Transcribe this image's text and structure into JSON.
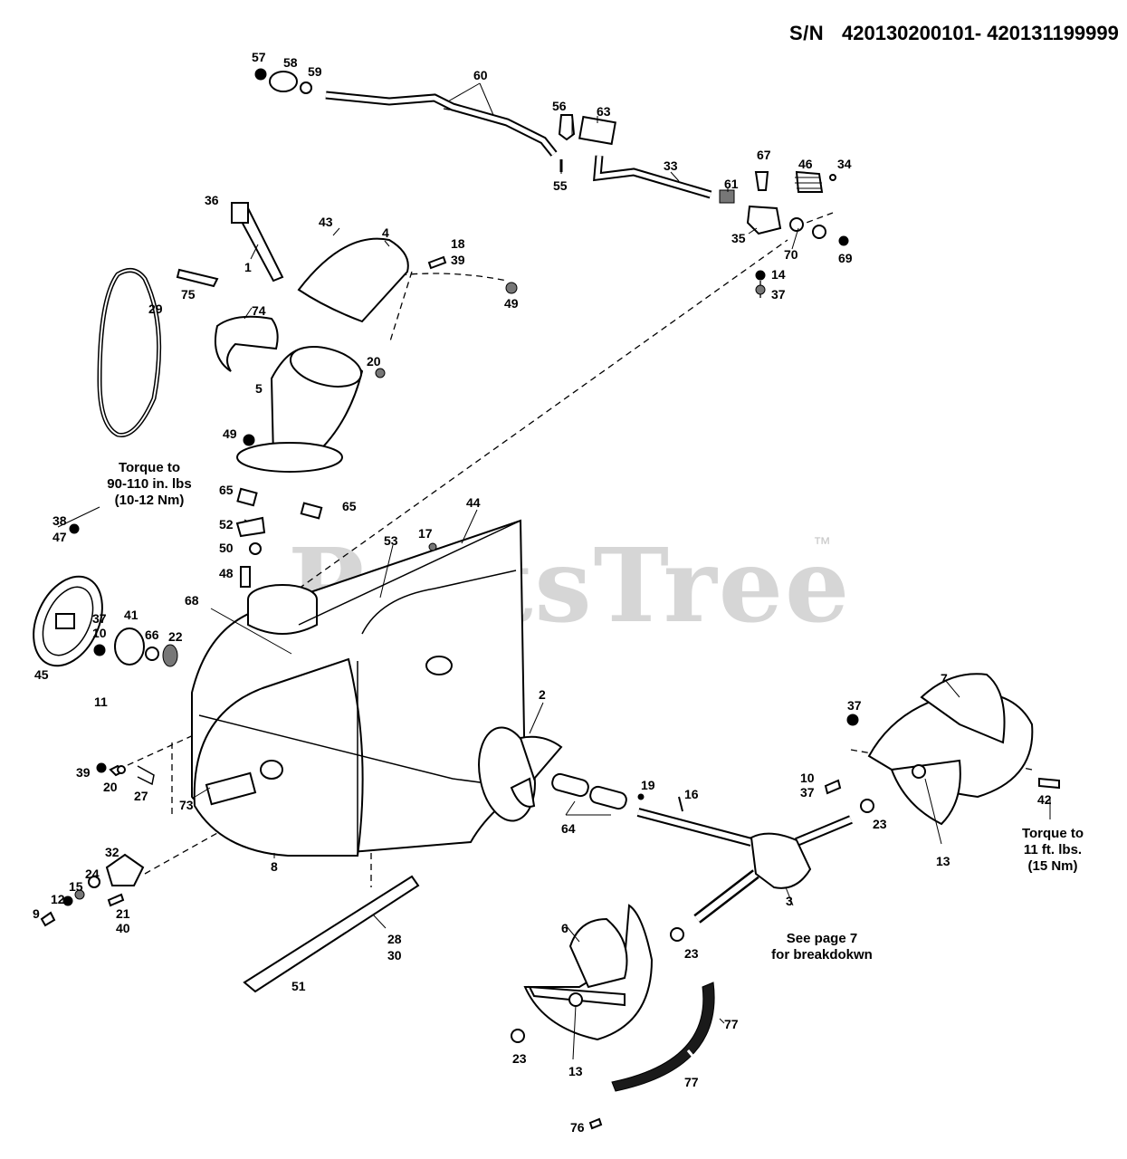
{
  "header": {
    "sn_label": "S/N",
    "sn_range": "420130200101- 420131199999"
  },
  "watermark": {
    "text": "PartsTree",
    "tm": "™"
  },
  "notes": {
    "torque_pulley": [
      "Torque to",
      "90-110 in. lbs",
      "(10-12 Nm)"
    ],
    "torque_bolt": [
      "Torque to",
      "11 ft. lbs.",
      "(15 Nm)"
    ],
    "see_page": [
      "See page 7",
      "for breakdokwn"
    ]
  },
  "callouts": [
    {
      "id": "57"
    },
    {
      "id": "58"
    },
    {
      "id": "59"
    },
    {
      "id": "60"
    },
    {
      "id": "56"
    },
    {
      "id": "63"
    },
    {
      "id": "55"
    },
    {
      "id": "33"
    },
    {
      "id": "67"
    },
    {
      "id": "46"
    },
    {
      "id": "34"
    },
    {
      "id": "61"
    },
    {
      "id": "35"
    },
    {
      "id": "70"
    },
    {
      "id": "69"
    },
    {
      "id": "14"
    },
    {
      "id": "37"
    },
    {
      "id": "36"
    },
    {
      "id": "43"
    },
    {
      "id": "4"
    },
    {
      "id": "18"
    },
    {
      "id": "39"
    },
    {
      "id": "1"
    },
    {
      "id": "75"
    },
    {
      "id": "74"
    },
    {
      "id": "49"
    },
    {
      "id": "29"
    },
    {
      "id": "20"
    },
    {
      "id": "5"
    },
    {
      "id": "49"
    },
    {
      "id": "65"
    },
    {
      "id": "65"
    },
    {
      "id": "52"
    },
    {
      "id": "50"
    },
    {
      "id": "48"
    },
    {
      "id": "44"
    },
    {
      "id": "17"
    },
    {
      "id": "53"
    },
    {
      "id": "38"
    },
    {
      "id": "47"
    },
    {
      "id": "68"
    },
    {
      "id": "37"
    },
    {
      "id": "10"
    },
    {
      "id": "41"
    },
    {
      "id": "66"
    },
    {
      "id": "22"
    },
    {
      "id": "45"
    },
    {
      "id": "11"
    },
    {
      "id": "2"
    },
    {
      "id": "7"
    },
    {
      "id": "37"
    },
    {
      "id": "39"
    },
    {
      "id": "20"
    },
    {
      "id": "27"
    },
    {
      "id": "73"
    },
    {
      "id": "19"
    },
    {
      "id": "16"
    },
    {
      "id": "10"
    },
    {
      "id": "37"
    },
    {
      "id": "42"
    },
    {
      "id": "23"
    },
    {
      "id": "13"
    },
    {
      "id": "64"
    },
    {
      "id": "32"
    },
    {
      "id": "8"
    },
    {
      "id": "24"
    },
    {
      "id": "15"
    },
    {
      "id": "12"
    },
    {
      "id": "21"
    },
    {
      "id": "40"
    },
    {
      "id": "9"
    },
    {
      "id": "3"
    },
    {
      "id": "28"
    },
    {
      "id": "30"
    },
    {
      "id": "6"
    },
    {
      "id": "23"
    },
    {
      "id": "51"
    },
    {
      "id": "77"
    },
    {
      "id": "23"
    },
    {
      "id": "13"
    },
    {
      "id": "77"
    },
    {
      "id": "76"
    }
  ]
}
